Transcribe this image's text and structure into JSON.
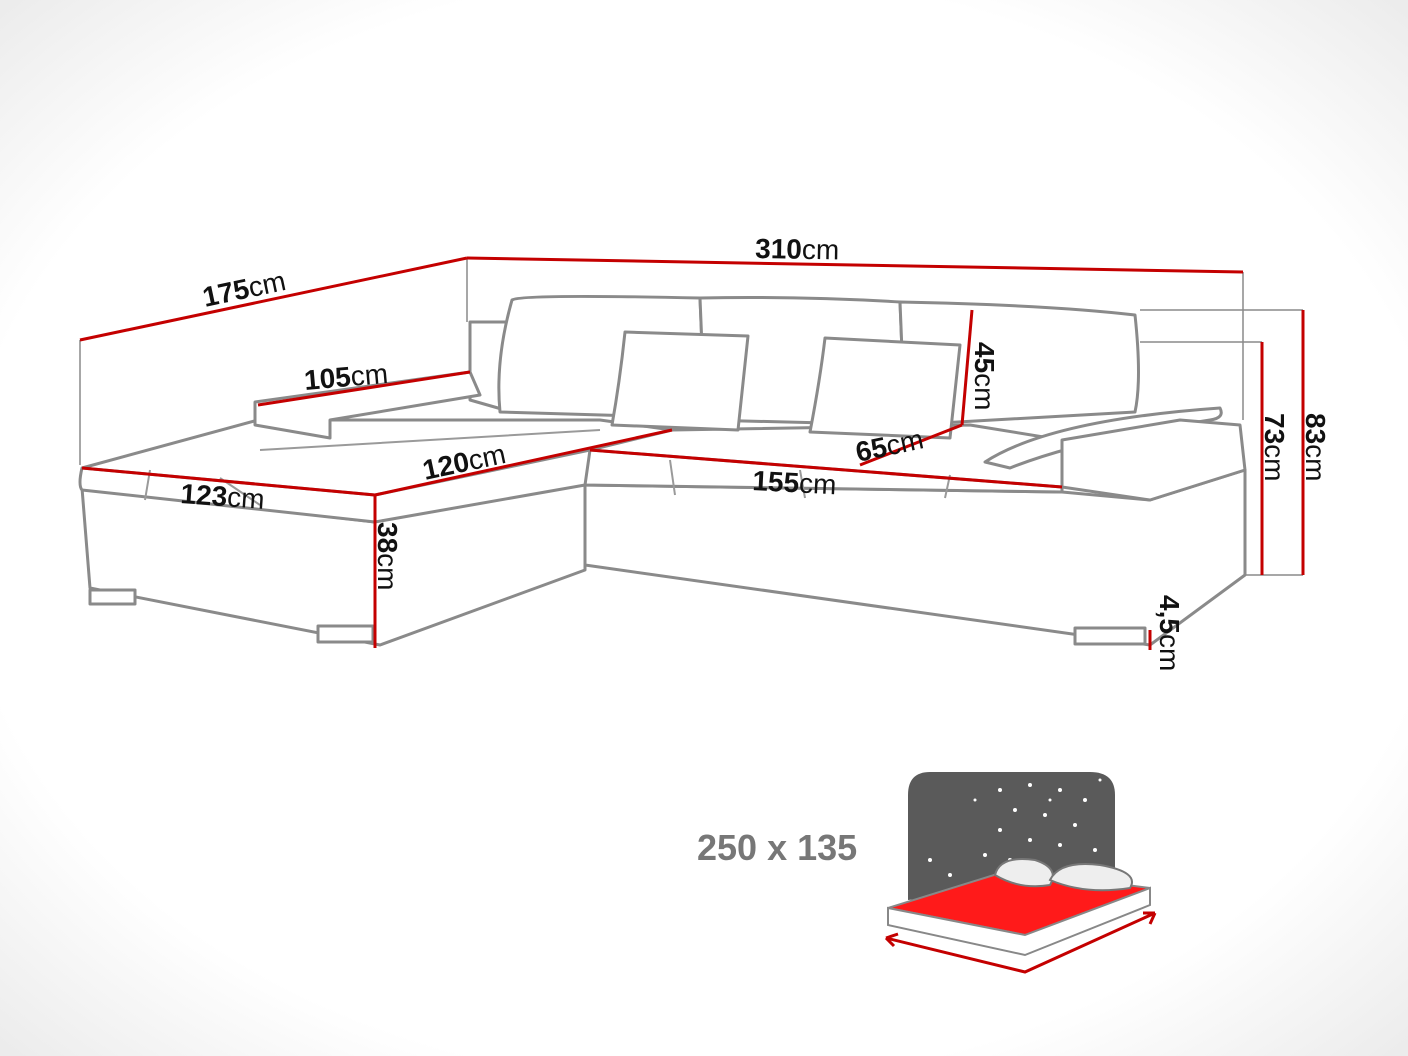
{
  "colors": {
    "dimension_line": "#c40000",
    "outline": "#8a8a8a",
    "bed_mattress": "#ff0000",
    "night_sky": "#5a5a5a",
    "size_text": "#777777"
  },
  "dimensions": {
    "depth_chaise": {
      "value": "175",
      "unit": "cm"
    },
    "total_width": {
      "value": "310",
      "unit": "cm"
    },
    "armrest_length": {
      "value": "105",
      "unit": "cm"
    },
    "back_height": {
      "value": "45",
      "unit": "cm"
    },
    "seat_to_top": {
      "value": "73",
      "unit": "cm"
    },
    "total_height": {
      "value": "83",
      "unit": "cm"
    },
    "chaise_seat_length": {
      "value": "120",
      "unit": "cm"
    },
    "seat_depth": {
      "value": "65",
      "unit": "cm"
    },
    "chaise_width": {
      "value": "123",
      "unit": "cm"
    },
    "main_seat_width": {
      "value": "155",
      "unit": "cm"
    },
    "seat_height": {
      "value": "38",
      "unit": "cm"
    },
    "leg_height": {
      "value": "4,5",
      "unit": "cm"
    }
  },
  "sleeping_area": {
    "label": "250 x 135",
    "icon": "bed-night-icon"
  }
}
